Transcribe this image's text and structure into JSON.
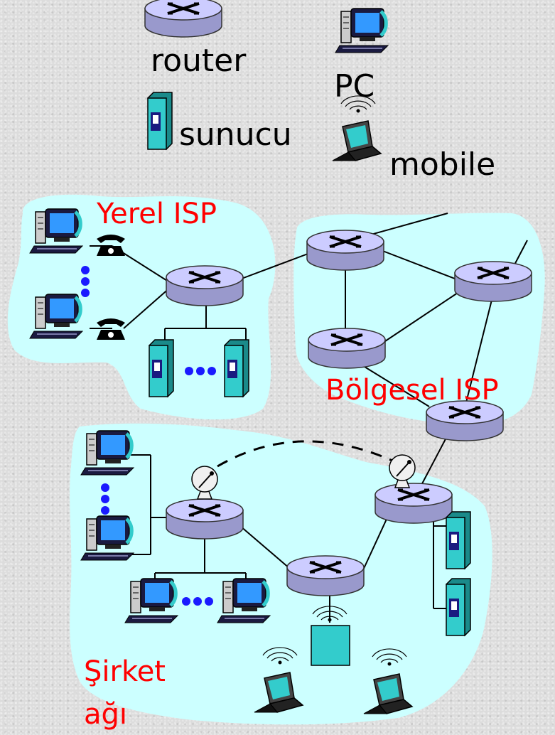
{
  "legend": {
    "router": "router",
    "pc": "PC",
    "server": "sunucu",
    "mobile": "mobile"
  },
  "regions": {
    "local_isp": "Yerel ISP",
    "regional_isp": "Bölgesel ISP",
    "corporate_line1": "Şirket",
    "corporate_line2": "ağı"
  },
  "colors": {
    "region_fill": "#ccffff",
    "router_top": "#ccccff",
    "router_side": "#9999cc",
    "server": "#33cccc",
    "label_red": "#ff0000"
  }
}
